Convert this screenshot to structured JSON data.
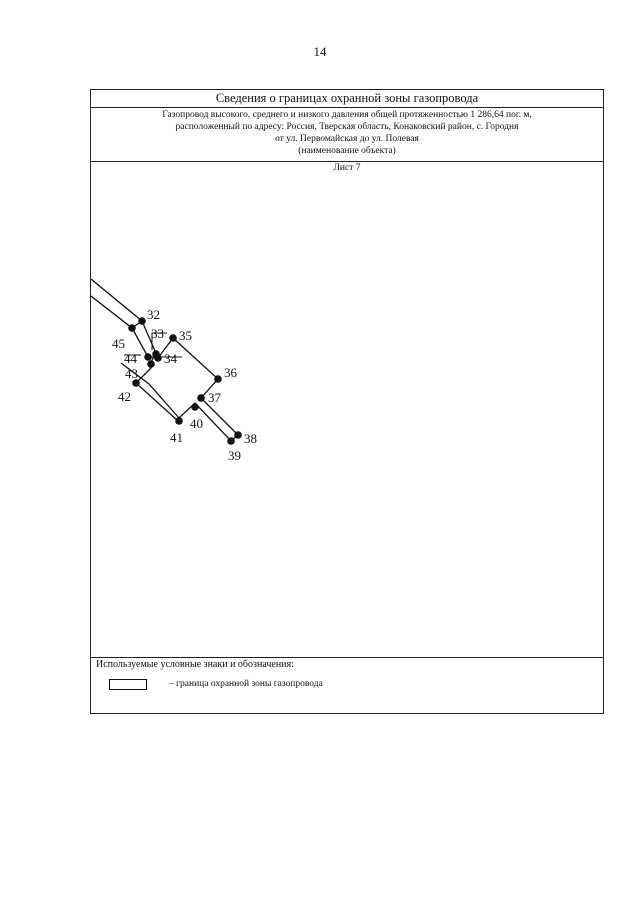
{
  "page_number": "14",
  "document": {
    "title": "Сведения о границах охранной зоны газопровода",
    "description_lines": [
      "Газопровод высокого, среднего и низкого давления общей протяженностью 1 286,64 пог. м,",
      "расположенный по адресу: Россия, Тверская область, Конаковский район, с. Городня",
      "от ул. Первомайская до ул. Полевая",
      "(наименование объекта)"
    ],
    "sheet_label": "Лист 7",
    "point_labels": [
      "32",
      "33",
      "34",
      "35",
      "36",
      "37",
      "38",
      "39",
      "40",
      "41",
      "42",
      "43",
      "44",
      "45"
    ],
    "legend": {
      "title": "Используемые условные знаки и обозначения:",
      "items": [
        {
          "text": "–  граница охранной зоны газопровода"
        }
      ]
    }
  }
}
